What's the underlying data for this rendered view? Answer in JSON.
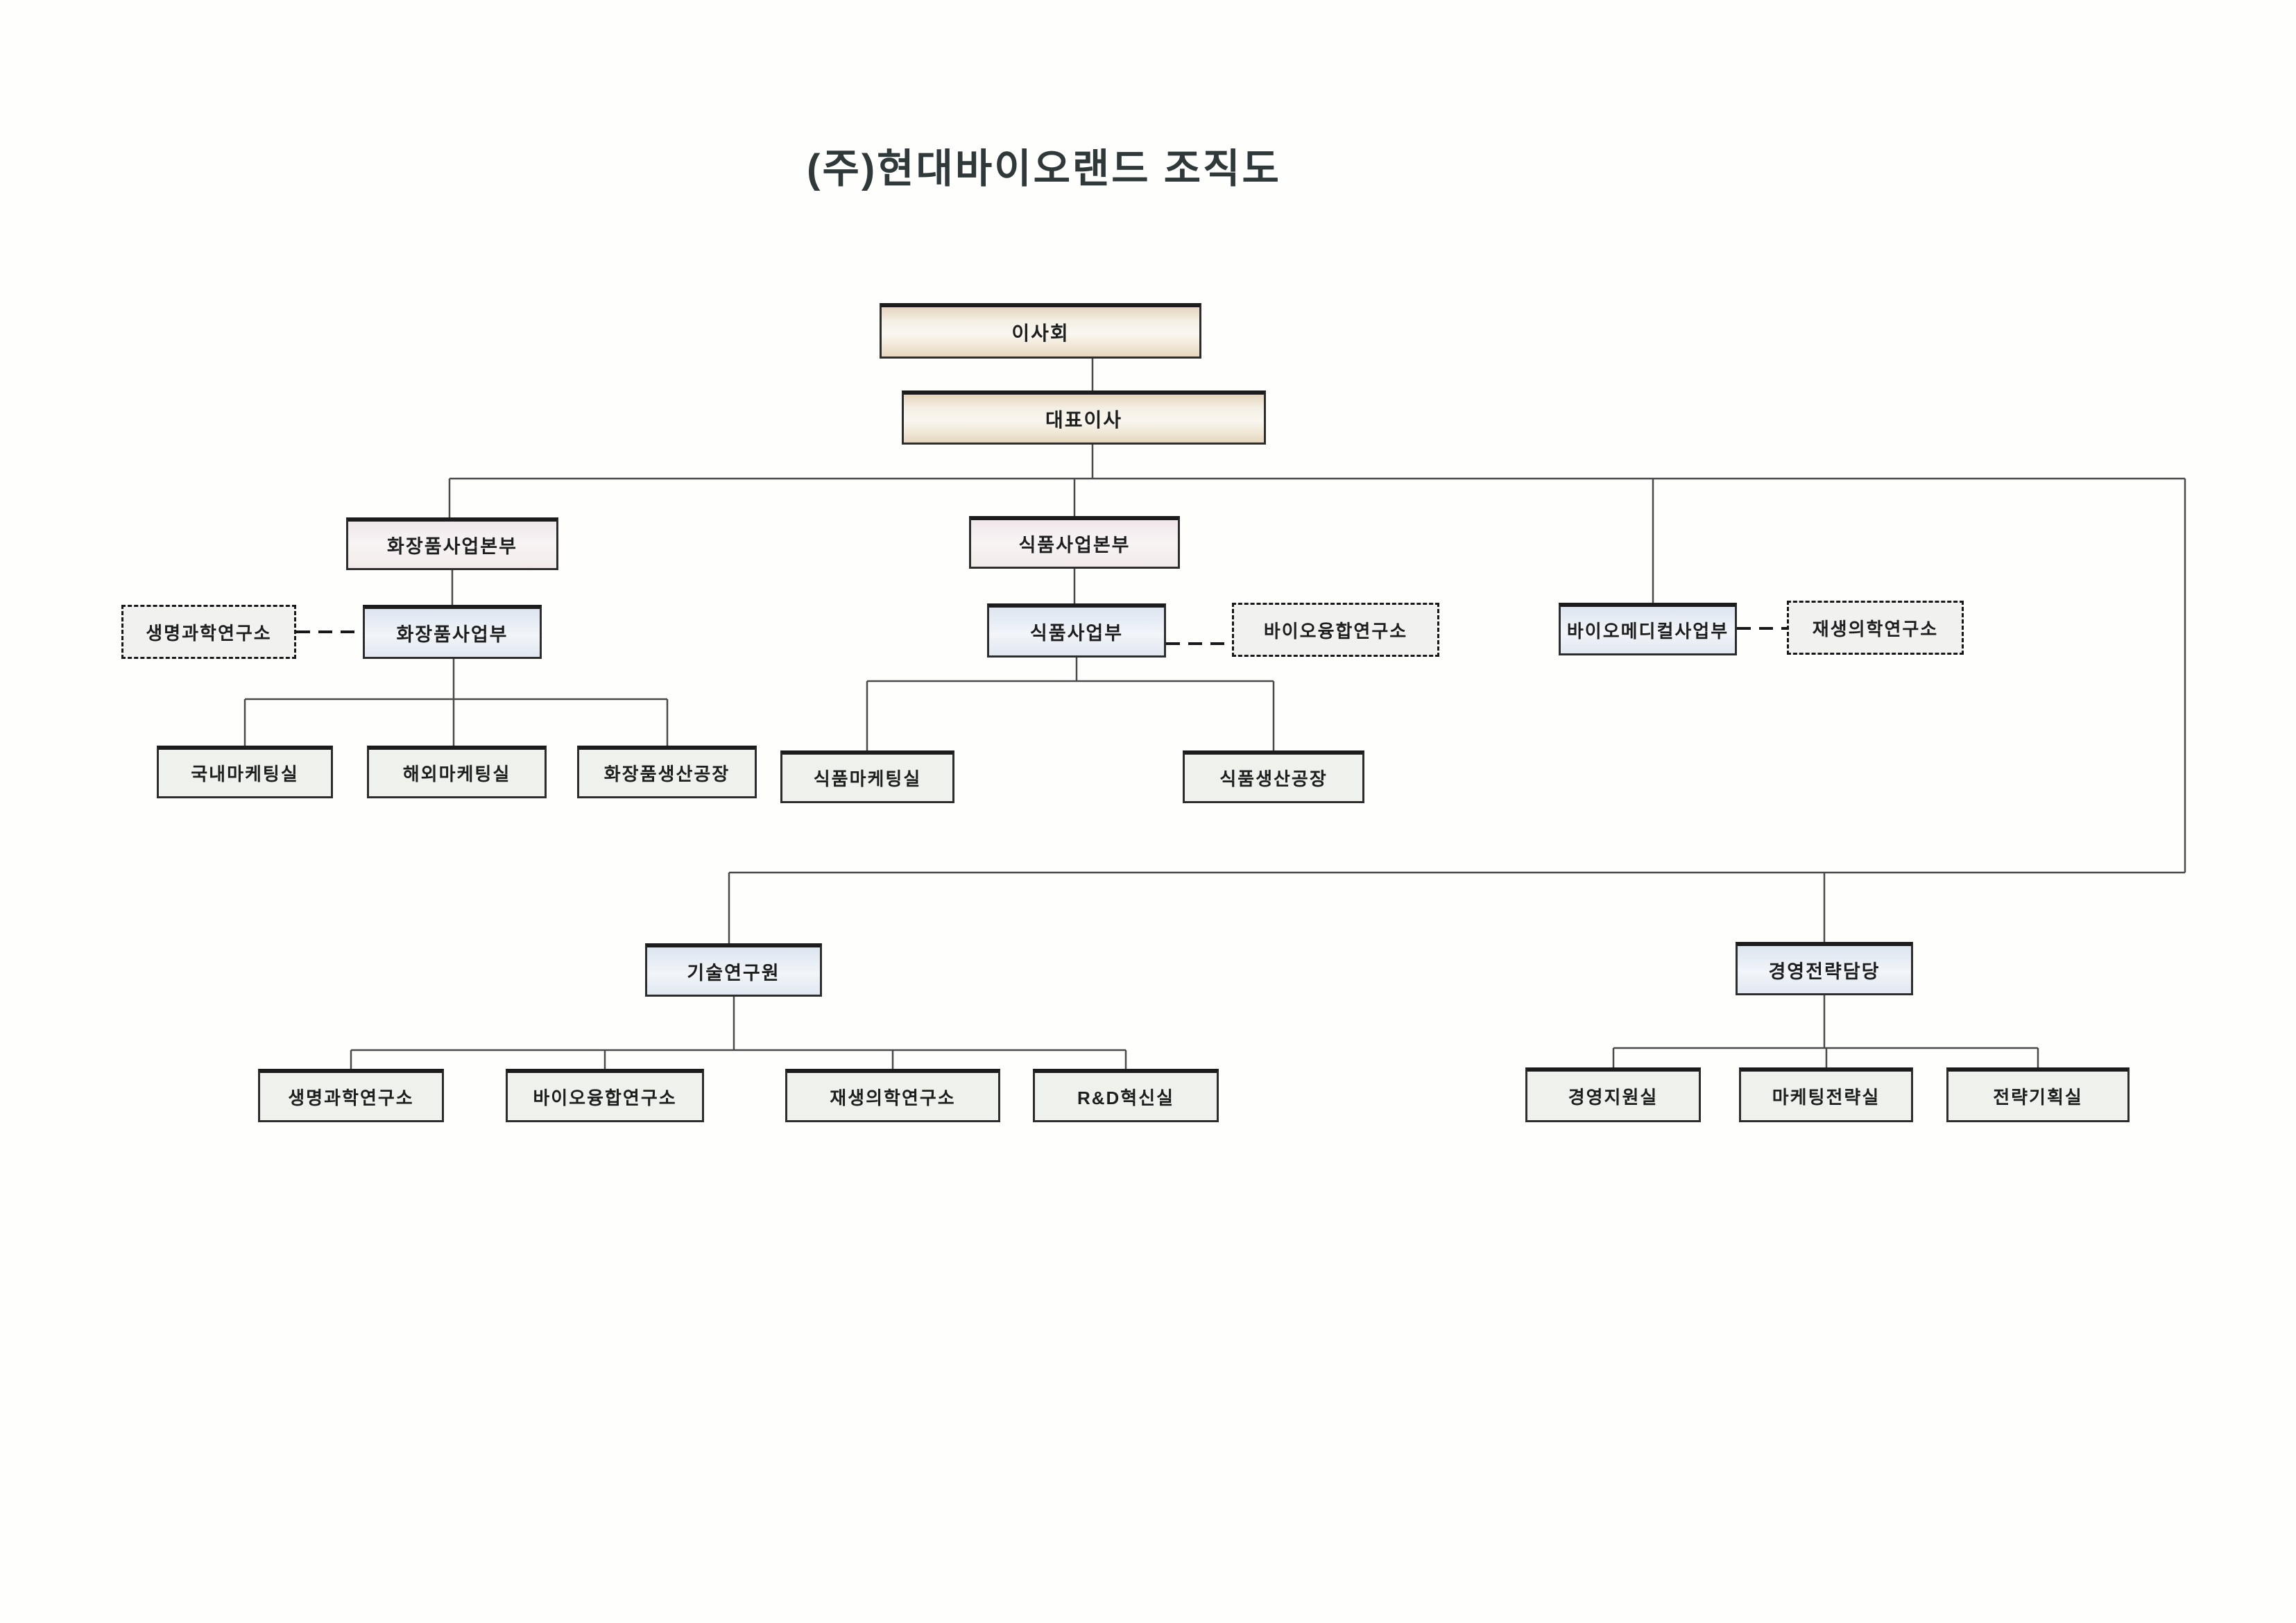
{
  "title": "(주)현대바이오랜드 조직도",
  "colors": {
    "paper": "#fefefd",
    "line": "#4a4a4a",
    "box_border": "#2d2d2d",
    "box_beige": "#eee2cd",
    "box_pink": "#f3edef",
    "box_blue": "#e3eaf3",
    "box_grey": "#eff1ed",
    "text": "#1d1f1e"
  },
  "nodes": {
    "board": {
      "label": "이사회"
    },
    "ceo": {
      "label": "대표이사"
    },
    "cosmetics_hq": {
      "label": "화장품사업본부"
    },
    "cosmetics_div": {
      "label": "화장품사업부"
    },
    "life_science_lab": {
      "label": "생명과학연구소"
    },
    "domestic_marketing": {
      "label": "국내마케팅실"
    },
    "overseas_marketing": {
      "label": "해외마케팅실"
    },
    "cosmetics_plant": {
      "label": "화장품생산공장"
    },
    "food_hq": {
      "label": "식품사업본부"
    },
    "food_div": {
      "label": "식품사업부"
    },
    "bio_convergence_lab": {
      "label": "바이오융합연구소"
    },
    "food_marketing": {
      "label": "식품마케팅실"
    },
    "food_plant": {
      "label": "식품생산공장"
    },
    "biomedical_div": {
      "label": "바이오메디컬사업부"
    },
    "regen_med_lab": {
      "label": "재생의학연구소"
    },
    "tech_institute": {
      "label": "기술연구원"
    },
    "tech_life_science_lab": {
      "label": "생명과학연구소"
    },
    "tech_bio_convergence_lab": {
      "label": "바이오융합연구소"
    },
    "tech_regen_med_lab": {
      "label": "재생의학연구소"
    },
    "rnd_innovation_office": {
      "label": "R&D혁신실"
    },
    "strategy_office": {
      "label": "경영전략담당"
    },
    "mgmt_support_office": {
      "label": "경영지원실"
    },
    "marketing_strategy_office": {
      "label": "마케팅전략실"
    },
    "strategy_planning_office": {
      "label": "전략기획실"
    }
  }
}
